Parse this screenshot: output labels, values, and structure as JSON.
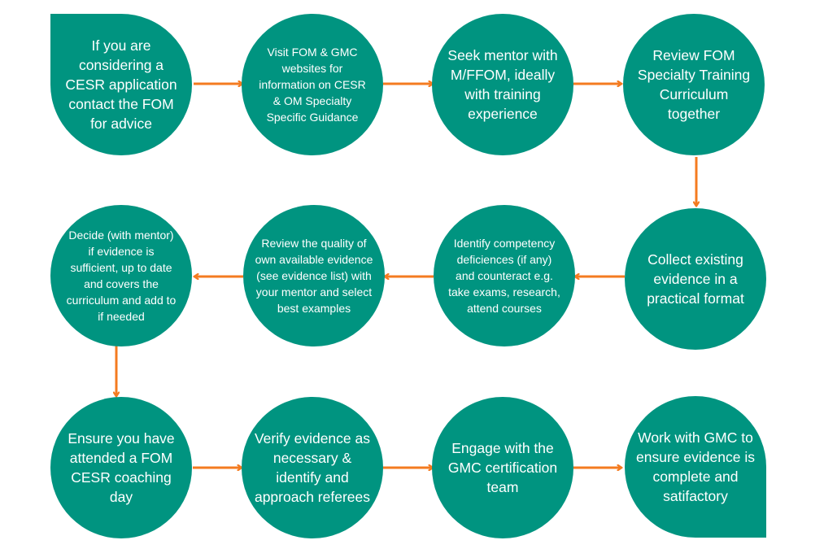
{
  "colors": {
    "node": "#009480",
    "arrow": "#f47b20",
    "text": "#ffffff"
  },
  "steps": [
    {
      "text": "If you are\nconsidering a\nCESR application\ncontact the FOM\nfor advice"
    },
    {
      "text": "Visit FOM & GMC\nwebsites for\ninformation on CESR\n& OM Specialty\nSpecific Guidance"
    },
    {
      "text": "Seek mentor with\nM/FFOM, ideally\nwith training\nexperience"
    },
    {
      "text": "Review FOM\nSpecialty Training\nCurriculum\ntogether"
    },
    {
      "text": "Collect existing\nevidence in a\npractical format"
    },
    {
      "text": "Identify competency\ndeficiences (if any)\nand counteract e.g.\ntake exams, research,\nattend courses"
    },
    {
      "text": "Review the quality of\nown available evidence\n(see evidence list) with\nyour mentor and select\nbest examples"
    },
    {
      "text": "Decide (with mentor)\nif evidence is\nsufficient, up to date\nand covers the\ncurriculum and add to\nif needed"
    },
    {
      "text": "Ensure you have\nattended a FOM\nCESR coaching day"
    },
    {
      "text": "Verify evidence as\nnecessary &\nidentify and\napproach referees"
    },
    {
      "text": "Engage with the\nGMC certification\nteam"
    },
    {
      "text": "Work with GMC to\nensure evidence is\ncomplete and\nsatifactory"
    }
  ]
}
